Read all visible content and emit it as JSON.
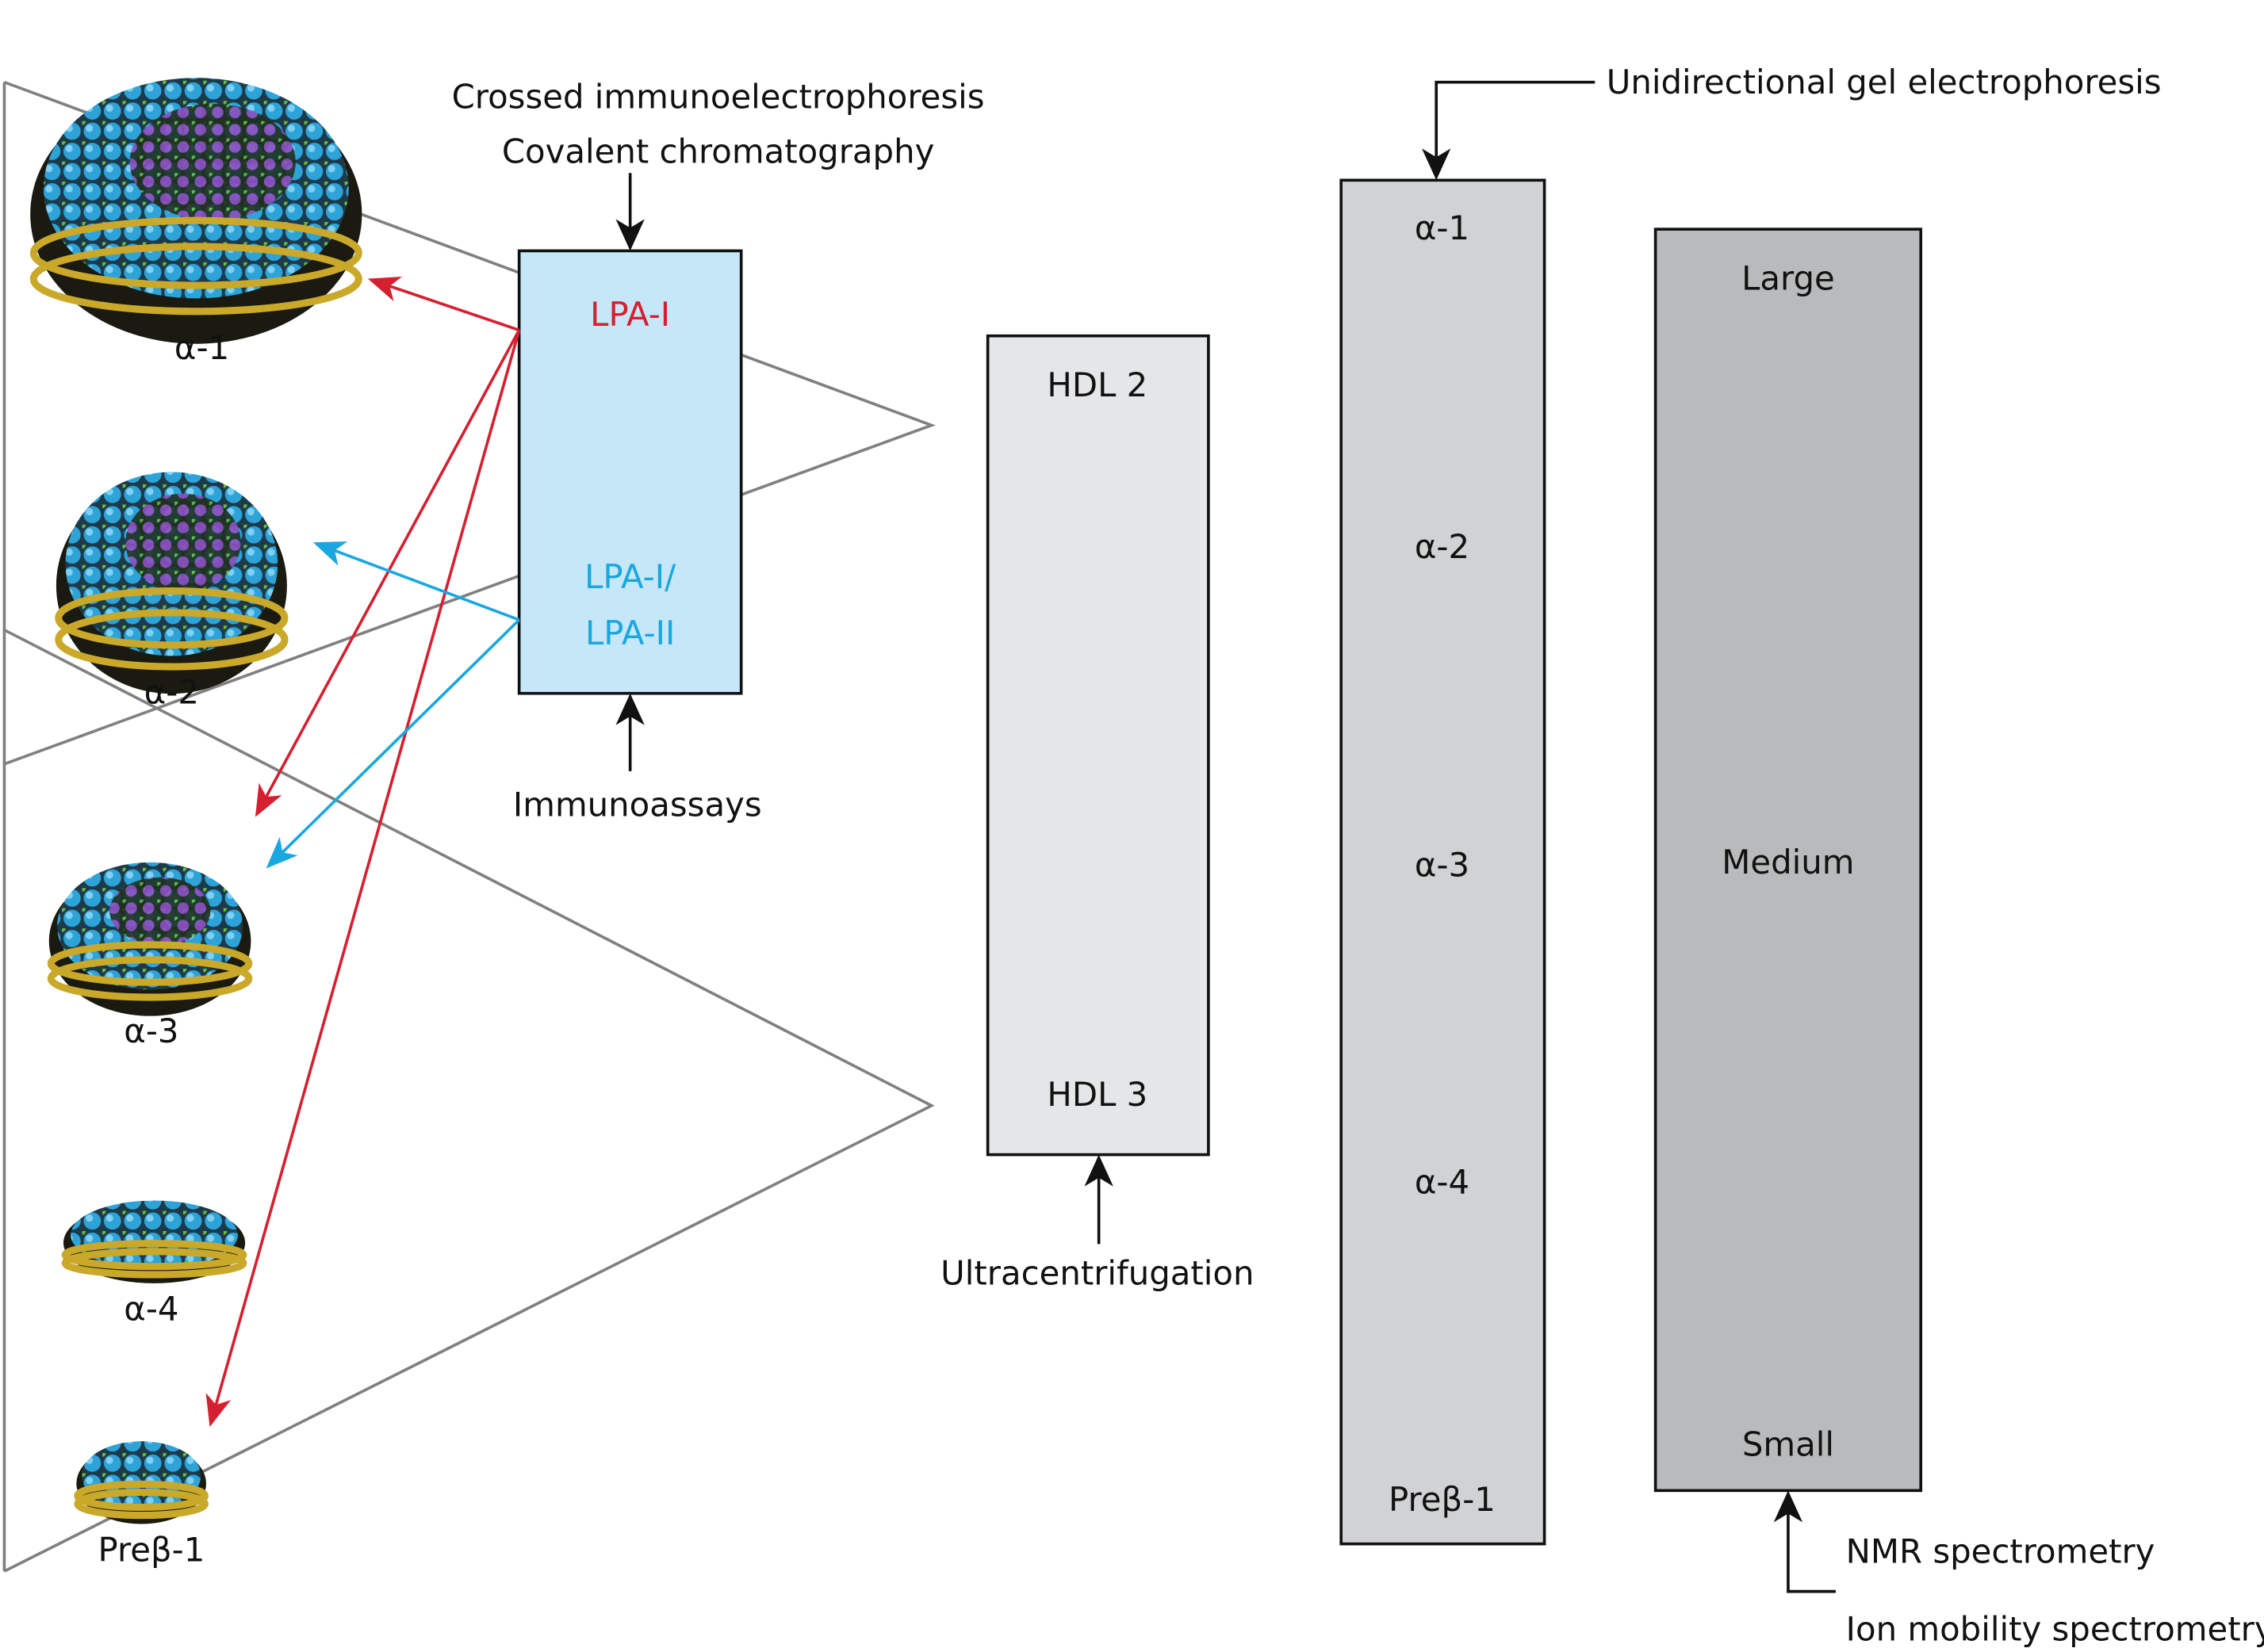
{
  "colors": {
    "red": "#d42030",
    "blue": "#1aa7e0",
    "lpa_box": "#c5e7f7",
    "hdl_box": "#e5e6e8",
    "alpha_box": "#d1d2d4",
    "size_box": "#b9babb",
    "guide_lines": "#808080"
  },
  "methods": {
    "crossed": "Crossed immunoelectrophoresis",
    "covalent": "Covalent chromatography",
    "immunoassays": "Immunoassays",
    "ultracentrifugation": "Ultracentrifugation",
    "gel": "Unidirectional gel electrophoresis",
    "nmr": "NMR spectrometry",
    "ion": "Ion mobility spectrometry"
  },
  "lpa_box": {
    "lpa1": "LPA-I",
    "lpa12_line1": "LPA-I/",
    "lpa12_line2": "LPA-II"
  },
  "hdl_box": {
    "top": "HDL 2",
    "bottom": "HDL 3"
  },
  "alpha_box": {
    "items": [
      "α-1",
      "α-2",
      "α-3",
      "α-4",
      "Preβ-1"
    ]
  },
  "size_box": {
    "top": "Large",
    "middle": "Medium",
    "bottom": "Small"
  },
  "particles": [
    "α-1",
    "α-2",
    "α-3",
    "α-4",
    "Preβ-1"
  ]
}
